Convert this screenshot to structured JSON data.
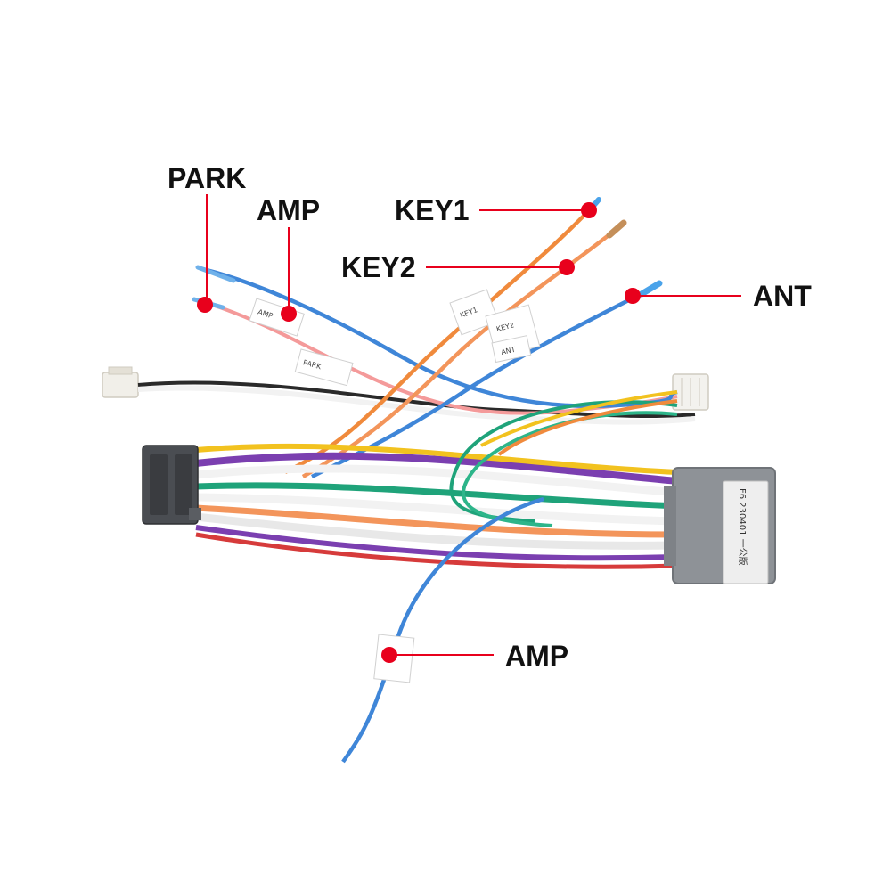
{
  "callouts": {
    "park": "PARK",
    "amp_top": "AMP",
    "key1": "KEY1",
    "key2": "KEY2",
    "ant": "ANT",
    "amp_bottom": "AMP"
  },
  "wire_tags": {
    "amp_tag": "AMP",
    "park_tag": "PARK",
    "key1_tag": "KEY1",
    "key2_tag": "KEY2",
    "ant_tag": "ANT"
  },
  "connector_plate": {
    "line1": "F6  230401  一公版"
  },
  "colors": {
    "marker": "#e8001c",
    "wire_blue": "#3f86d8",
    "wire_orange": "#f08a3c",
    "wire_green": "#1fa37a",
    "wire_white": "#eeeeee",
    "connector_gray": "#8e9297",
    "connector_dark": "#4a4d52"
  }
}
